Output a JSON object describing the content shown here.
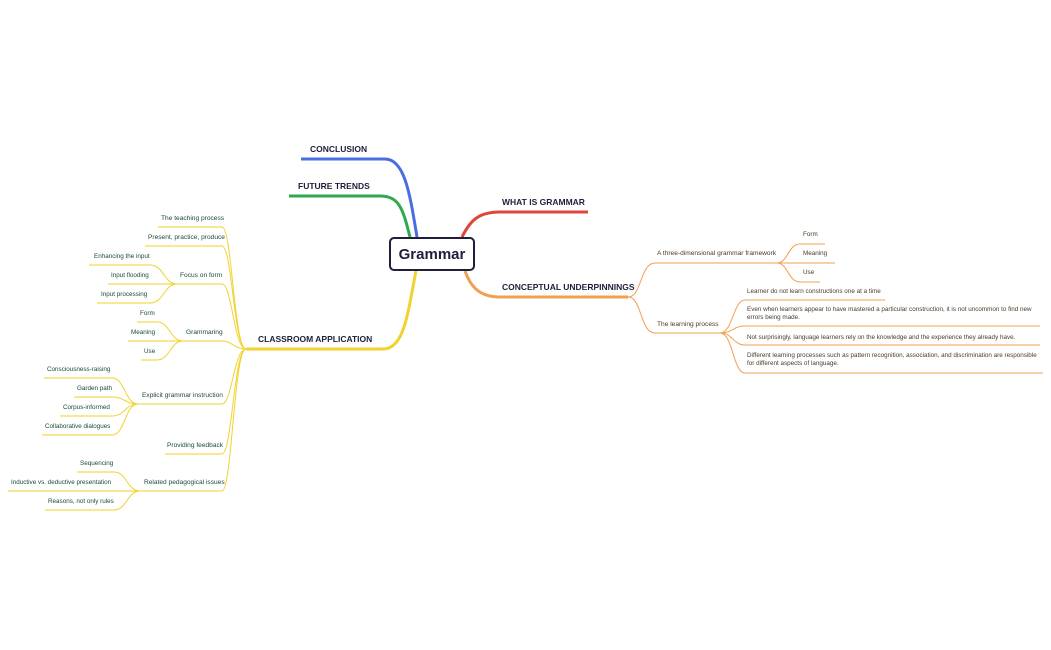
{
  "root": "Grammar",
  "colors": {
    "conclusion": "#4a6ee0",
    "future": "#2fa84f",
    "classroom": "#f2d22e",
    "what": "#e0453a",
    "conceptual": "#f0a050"
  },
  "branches": {
    "conclusion": "CONCLUSION",
    "future_trends": "FUTURE TRENDS",
    "what_is_grammar": "WHAT IS GRAMMAR",
    "conceptual": "CONCEPTUAL UNDERPINNINGS",
    "classroom": "CLASSROOM APPLICATION"
  },
  "conceptual": {
    "framework": {
      "label": "A three-dimensional grammar framework",
      "children": [
        "Form",
        "Meaning",
        "Use"
      ]
    },
    "learning": {
      "label": "The learning process",
      "children": [
        "Learner do not learn constructions one at a time",
        "Even when learners appear to have mastered a particular construction, it is not uncommon to find new errors being made.",
        "Not surprisingly, language learners rely on the knowledge and the experience they already have.",
        "Different learning processes such as pattern recognition, association, and discrimination are responsible for different aspects of language."
      ]
    }
  },
  "classroom": {
    "teaching_process": "The teaching process",
    "ppp": "Present, practice, produce",
    "focus_on_form": {
      "label": "Focus on form",
      "children": [
        "Enhancing the input",
        "Input flooding",
        "Input processing"
      ]
    },
    "grammaring": {
      "label": "Grammaring",
      "children": [
        "Form",
        "Meaning",
        "Use"
      ]
    },
    "explicit": {
      "label": "Explicit grammar instruction",
      "children": [
        "Consciousness-raising",
        "Garden path",
        "Corpus-informed",
        "Collaborative dialogues"
      ]
    },
    "feedback": "Providing feedback",
    "related": {
      "label": "Related pedagogical issues",
      "children": [
        "Sequencing",
        "Inductive vs. deductive presentation",
        "Reasons, not only rules"
      ]
    }
  }
}
